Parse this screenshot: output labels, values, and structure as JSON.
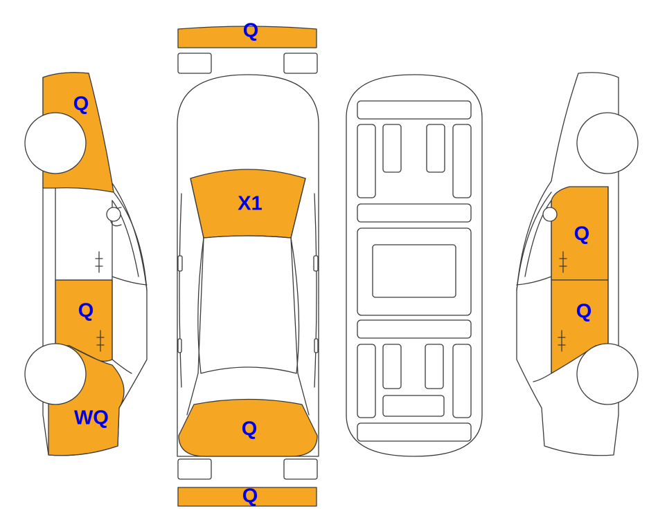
{
  "colors": {
    "damage_fill": "#f5a623",
    "code_text": "#0000e6",
    "outline": "#3a3a3a"
  },
  "damage_codes": {
    "front_bumper": "Q",
    "hood": "X1",
    "trunk_lid": "Q",
    "rear_bumper": "Q",
    "left_front_fender": "Q",
    "left_rear_door": "Q",
    "left_rear_quarter": "WQ",
    "right_rear_door": "Q",
    "right_front_door": "Q"
  }
}
